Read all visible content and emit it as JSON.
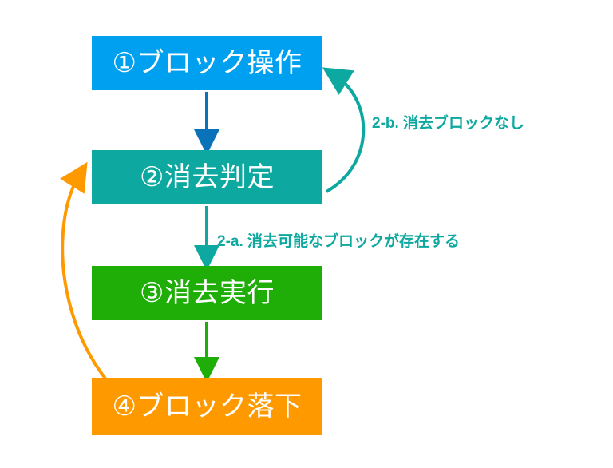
{
  "diagram": {
    "type": "flowchart",
    "background": "#ffffff",
    "nodes": [
      {
        "id": "node-1",
        "label": "①ブロック操作",
        "color": "#00A0F0",
        "text_color": "#ffffff"
      },
      {
        "id": "node-2",
        "label": "②消去判定",
        "color": "#0DA8A0",
        "text_color": "#ffffff"
      },
      {
        "id": "node-3",
        "label": "③消去実行",
        "color": "#1FAD07",
        "text_color": "#ffffff"
      },
      {
        "id": "node-4",
        "label": "④ブロック落下",
        "color": "#FF9900",
        "text_color": "#ffffff"
      }
    ],
    "edges": [
      {
        "id": "edge-1-2",
        "from": "node-1",
        "to": "node-2",
        "shape": "straight-down",
        "color": "#0A72B8",
        "label": ""
      },
      {
        "id": "edge-2-3",
        "from": "node-2",
        "to": "node-3",
        "shape": "straight-down",
        "color": "#0DA8A0",
        "label": "2-a. 消去可能なブロックが存在する"
      },
      {
        "id": "edge-3-4",
        "from": "node-3",
        "to": "node-4",
        "shape": "straight-down",
        "color": "#1FAD07",
        "label": ""
      },
      {
        "id": "edge-2-1",
        "from": "node-2",
        "to": "node-1",
        "shape": "curve-right",
        "color": "#0DA8A0",
        "label": "2-b. 消去ブロックなし"
      },
      {
        "id": "edge-4-2",
        "from": "node-4",
        "to": "node-2",
        "shape": "curve-left",
        "color": "#FF9900",
        "label": ""
      }
    ],
    "labels": {
      "label_2b": "2-b. 消去ブロックなし",
      "label_2a": "2-a. 消去可能なブロックが存在する"
    }
  }
}
